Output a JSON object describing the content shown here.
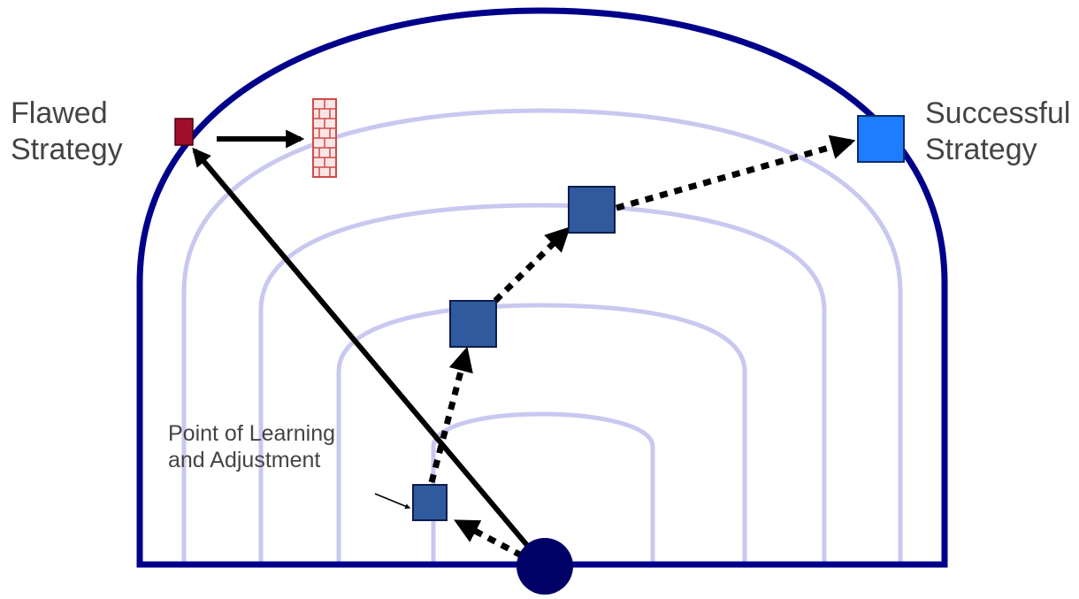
{
  "labels": {
    "flawed_line1": "Flawed",
    "flawed_line2": "Strategy",
    "success_line1": "Successful",
    "success_line2": "Strategy",
    "learning_line1": "Point of Learning",
    "learning_line2": "and Adjustment"
  },
  "colors": {
    "boundary": "#00008b",
    "inner_arcs": "#c8c8f0",
    "origin": "#000066",
    "step_square": "#2f5a9e",
    "success_square": "#1e7cff",
    "flawed_square": "#a0102a",
    "wall_fill": "#fbe6e6",
    "wall_brick": "#d04a4a",
    "arrow": "#000000"
  },
  "icons": {
    "origin": "origin-circle-icon",
    "wall": "brick-wall-icon"
  }
}
